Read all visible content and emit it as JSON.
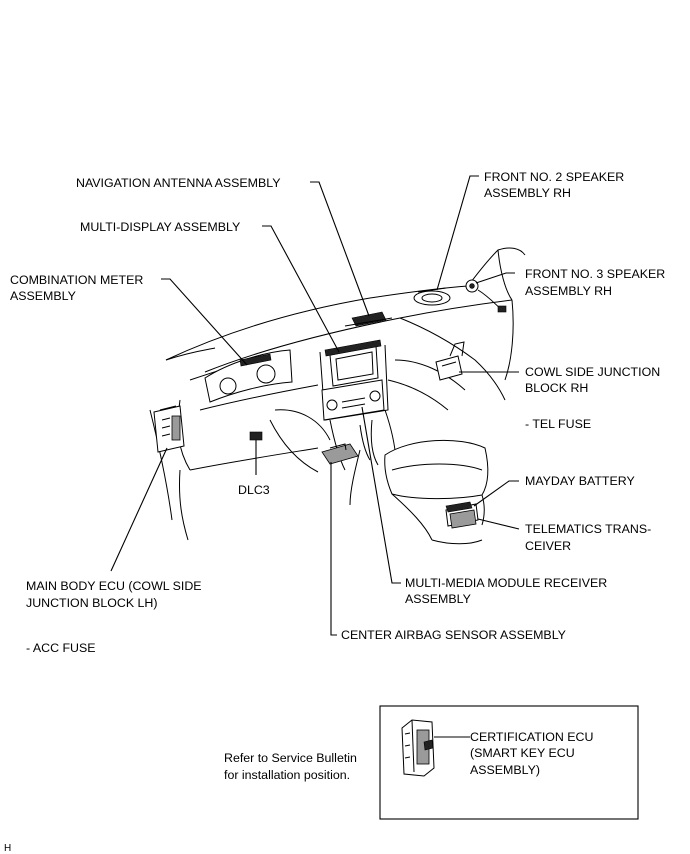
{
  "labels": {
    "nav_antenna": "NAVIGATION ANTENNA ASSEMBLY",
    "multi_display": "MULTI-DISPLAY ASSEMBLY",
    "combo_meter_1": "COMBINATION METER",
    "combo_meter_2": "ASSEMBLY",
    "front2_1": "FRONT NO. 2 SPEAKER",
    "front2_2": "ASSEMBLY RH",
    "front3_1": "FRONT NO. 3 SPEAKER",
    "front3_2": "ASSEMBLY RH",
    "cowl_rh_1": "COWL SIDE JUNCTION",
    "cowl_rh_2": "BLOCK RH",
    "tel_fuse": "- TEL FUSE",
    "mayday": "MAYDAY BATTERY",
    "telematics_1": "TELEMATICS TRANS-",
    "telematics_2": "CEIVER",
    "dlc3": "DLC3",
    "main_body_1": "MAIN BODY ECU (COWL SIDE",
    "main_body_2": "JUNCTION BLOCK LH)",
    "acc_fuse": "- ACC FUSE",
    "mm_receiver_1": "MULTI-MEDIA MODULE RECEIVER",
    "mm_receiver_2": "ASSEMBLY",
    "airbag": "CENTER AIRBAG SENSOR ASSEMBLY",
    "cert_1": "CERTIFICATION ECU",
    "cert_2": "(SMART KEY ECU",
    "cert_3": "ASSEMBLY)",
    "refer_1": "Refer to Service Bulletin",
    "refer_2": "for installation position.",
    "corner": "H"
  }
}
